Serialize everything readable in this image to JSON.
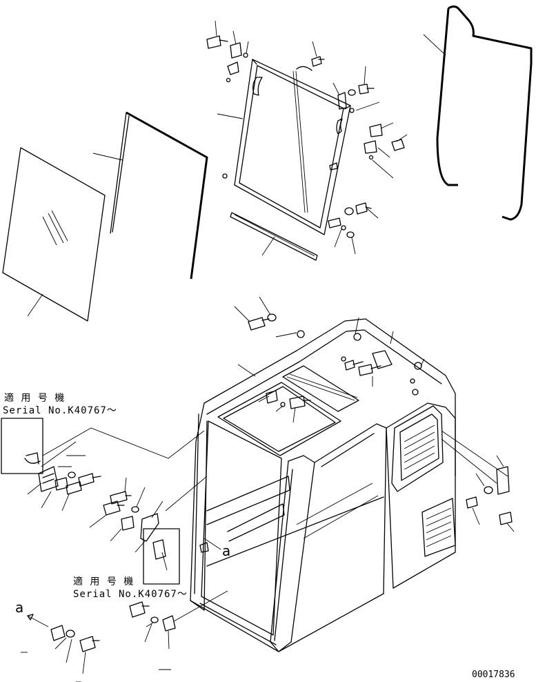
{
  "diagram": {
    "callout_upper_left": {
      "line1": "適 用 号 機",
      "line2": "Serial No.K40767～"
    },
    "callout_lower": {
      "line1": "適 用 号 機",
      "line2": "Serial No.K40767～"
    },
    "view_marker_upper": "a",
    "view_marker_lower": "a",
    "drawing_number": "00017836"
  }
}
